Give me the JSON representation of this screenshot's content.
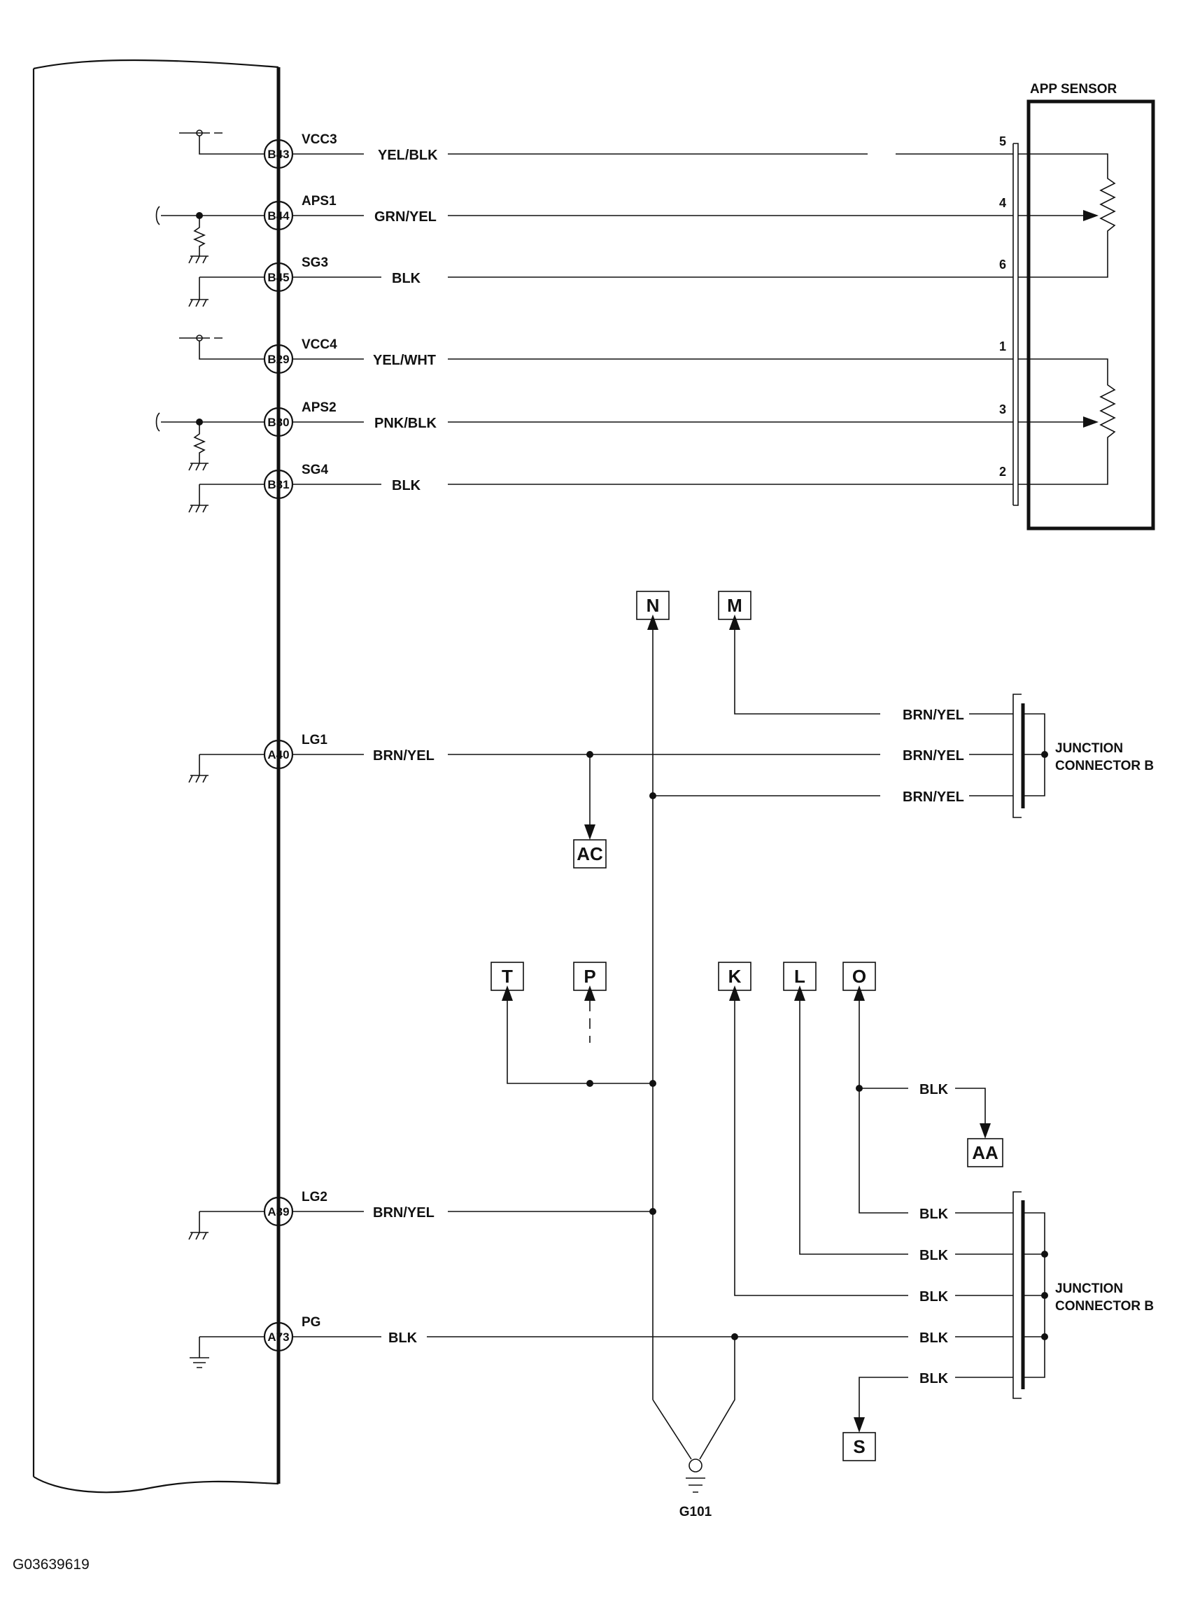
{
  "ecm_pins": [
    {
      "pin": "B43",
      "signal": "VCC3",
      "wire": "YEL/BLK"
    },
    {
      "pin": "B44",
      "signal": "APS1",
      "wire": "GRN/YEL"
    },
    {
      "pin": "B45",
      "signal": "SG3",
      "wire": "BLK"
    },
    {
      "pin": "B29",
      "signal": "VCC4",
      "wire": "YEL/WHT"
    },
    {
      "pin": "B30",
      "signal": "APS2",
      "wire": "PNK/BLK"
    },
    {
      "pin": "B31",
      "signal": "SG4",
      "wire": "BLK"
    },
    {
      "pin": "A40",
      "signal": "LG1",
      "wire": "BRN/YEL"
    },
    {
      "pin": "A39",
      "signal": "LG2",
      "wire": "BRN/YEL"
    },
    {
      "pin": "A73",
      "signal": "PG",
      "wire": "BLK"
    }
  ],
  "app_sensor": {
    "title": "APP SENSOR",
    "terminals": [
      "5",
      "4",
      "6",
      "1",
      "3",
      "2"
    ]
  },
  "junction_upper": {
    "line1": "JUNCTION",
    "line2": "CONNECTOR B",
    "wires": [
      "BRN/YEL",
      "BRN/YEL",
      "BRN/YEL"
    ]
  },
  "junction_lower": {
    "line1": "JUNCTION",
    "line2": "CONNECTOR B",
    "wires": [
      "BLK",
      "BLK",
      "BLK",
      "BLK",
      "BLK"
    ]
  },
  "blk_to_aa": "BLK",
  "connectors": {
    "N": "N",
    "M": "M",
    "AC": "AC",
    "T": "T",
    "P": "P",
    "K": "K",
    "L": "L",
    "O": "O",
    "AA": "AA",
    "S": "S"
  },
  "ground_label": "G101",
  "figure_id": "G03639619"
}
